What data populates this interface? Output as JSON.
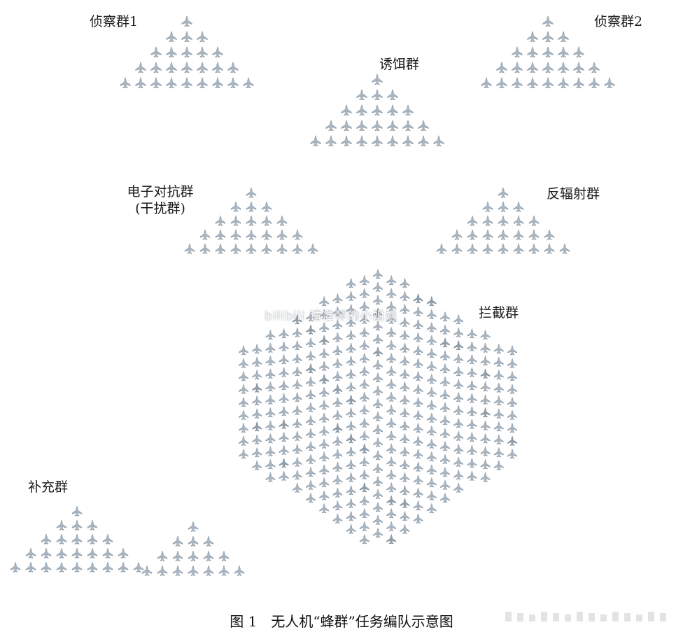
{
  "colors": {
    "drone": "#9aa9b6",
    "drone_dark": "#7c8d9b",
    "text": "#1a1a1a",
    "watermark_bar": "#e3e3e3"
  },
  "icon": "drone-icon",
  "groups": [
    {
      "id": "recon-1",
      "label_lines": [
        "侦察群1"
      ],
      "rows": [
        1,
        3,
        5,
        7,
        9
      ]
    },
    {
      "id": "recon-2",
      "label_lines": [
        "侦察群2"
      ],
      "rows": [
        1,
        3,
        5,
        7,
        9
      ]
    },
    {
      "id": "decoy",
      "label_lines": [
        "诱饵群"
      ],
      "rows": [
        1,
        3,
        5,
        7,
        9
      ]
    },
    {
      "id": "ecm",
      "label_lines": [
        "电子对抗群",
        "(干扰群)"
      ],
      "rows": [
        1,
        3,
        5,
        7,
        9
      ]
    },
    {
      "id": "anti-radiation",
      "label_lines": [
        "反辐射群"
      ],
      "rows": [
        1,
        3,
        5,
        7,
        9
      ]
    },
    {
      "id": "intercept",
      "label_lines": [
        "拦截群"
      ]
    },
    {
      "id": "supplement",
      "label_lines": [
        "补充群"
      ],
      "rows": [
        1,
        3,
        5,
        7,
        9
      ]
    }
  ],
  "supplement_second_rows": [
    1,
    3,
    5,
    7
  ],
  "watermark": "bilibili 请准琴的小姐姐",
  "caption": "图 1　无人机“蜂群”任务编队示意图"
}
